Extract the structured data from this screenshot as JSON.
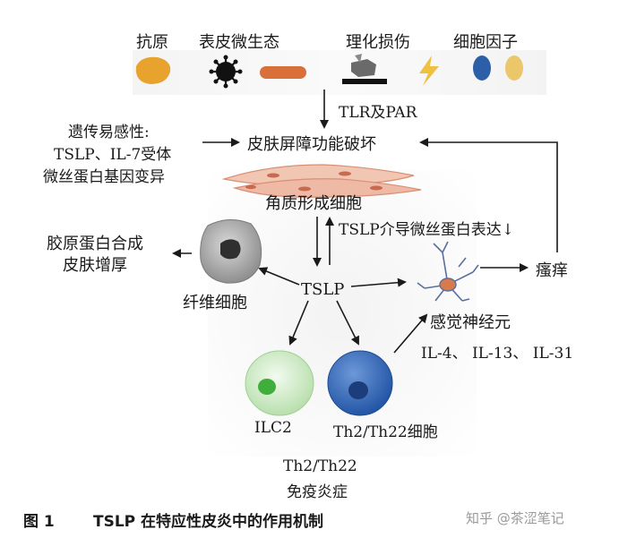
{
  "top_labels": {
    "antigen": "抗原",
    "microbiome": "表皮微生态",
    "physchem_damage": "理化损伤",
    "cytokines": "细胞因子"
  },
  "tlr_par": "TLR及PAR",
  "genetics": {
    "line1": "遗传易感性:",
    "line2": "TSLP、IL-7受体",
    "line3": "微丝蛋白基因变异"
  },
  "barrier": "皮肤屏障功能破坏",
  "keratinocyte": "角质形成细胞",
  "tslp_note": "TSLP介导微丝蛋白表达↓",
  "collagen": {
    "line1": "胶原蛋白合成",
    "line2": "皮肤增厚"
  },
  "fibroblast": "纤维细胞",
  "tslp": "TSLP",
  "itch": "瘙痒",
  "neuron": "感觉神经元",
  "interleukins": "IL-4、 IL-13、 IL-31",
  "ilc2": "ILC2",
  "th2cell": "Th2/Th22细胞",
  "immunity": {
    "line1": "Th2/Th22",
    "line2": "免疫炎症"
  },
  "caption": {
    "number": "图 1",
    "text": "TSLP 在特应性皮炎中的作用机制"
  },
  "watermark": "知乎 @茶涩笔记",
  "colors": {
    "antigen": "#e8a22e",
    "microbe_bar": "#d9703a",
    "bolt": "#f0c040",
    "cytokine_blue": "#2d5fa8",
    "cytokine_yellow": "#ecc66a",
    "th2_cell": "#3a6fc0",
    "ilc2_cell": "#d6efcf",
    "fibroblast": "#a8a8a8",
    "neuron": "#6f86b8"
  }
}
